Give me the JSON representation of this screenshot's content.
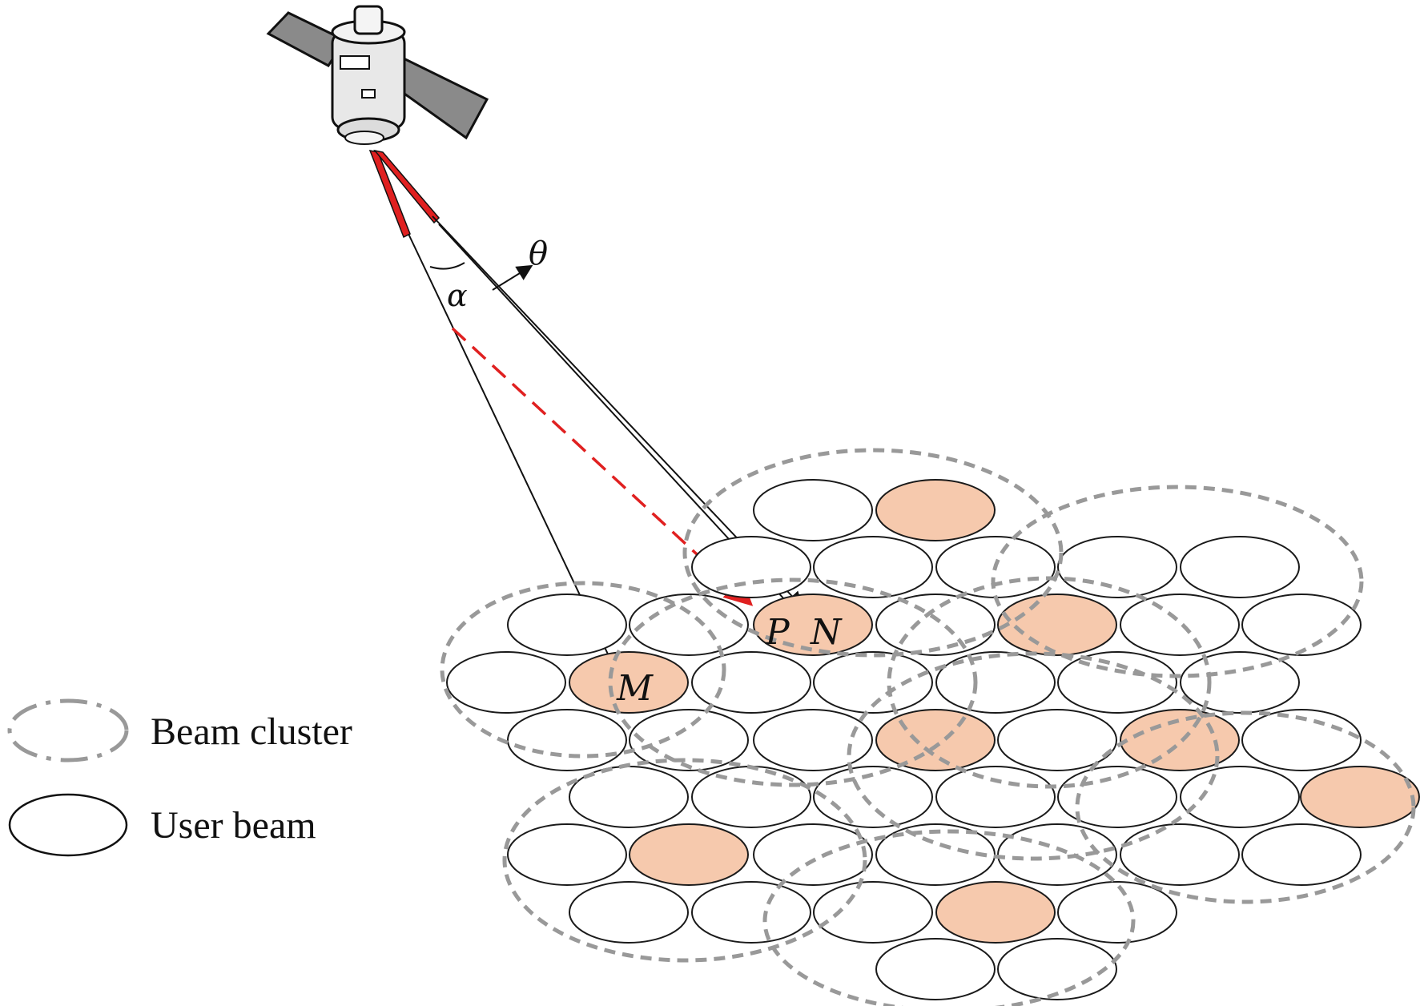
{
  "colors": {
    "highlight_beam": "#f6c9ad",
    "plain_beam": "#ffffff",
    "cluster_outline": "#999999",
    "red_path": "#e02020",
    "outline": "#1a1a1a"
  },
  "icons": {
    "satellite": "satellite-icon"
  },
  "labels": {
    "alpha": "α",
    "theta": "θ",
    "m": "M",
    "p": "P",
    "n": "N"
  },
  "legend": {
    "cluster": "Beam cluster",
    "user_beam": "User beam"
  }
}
